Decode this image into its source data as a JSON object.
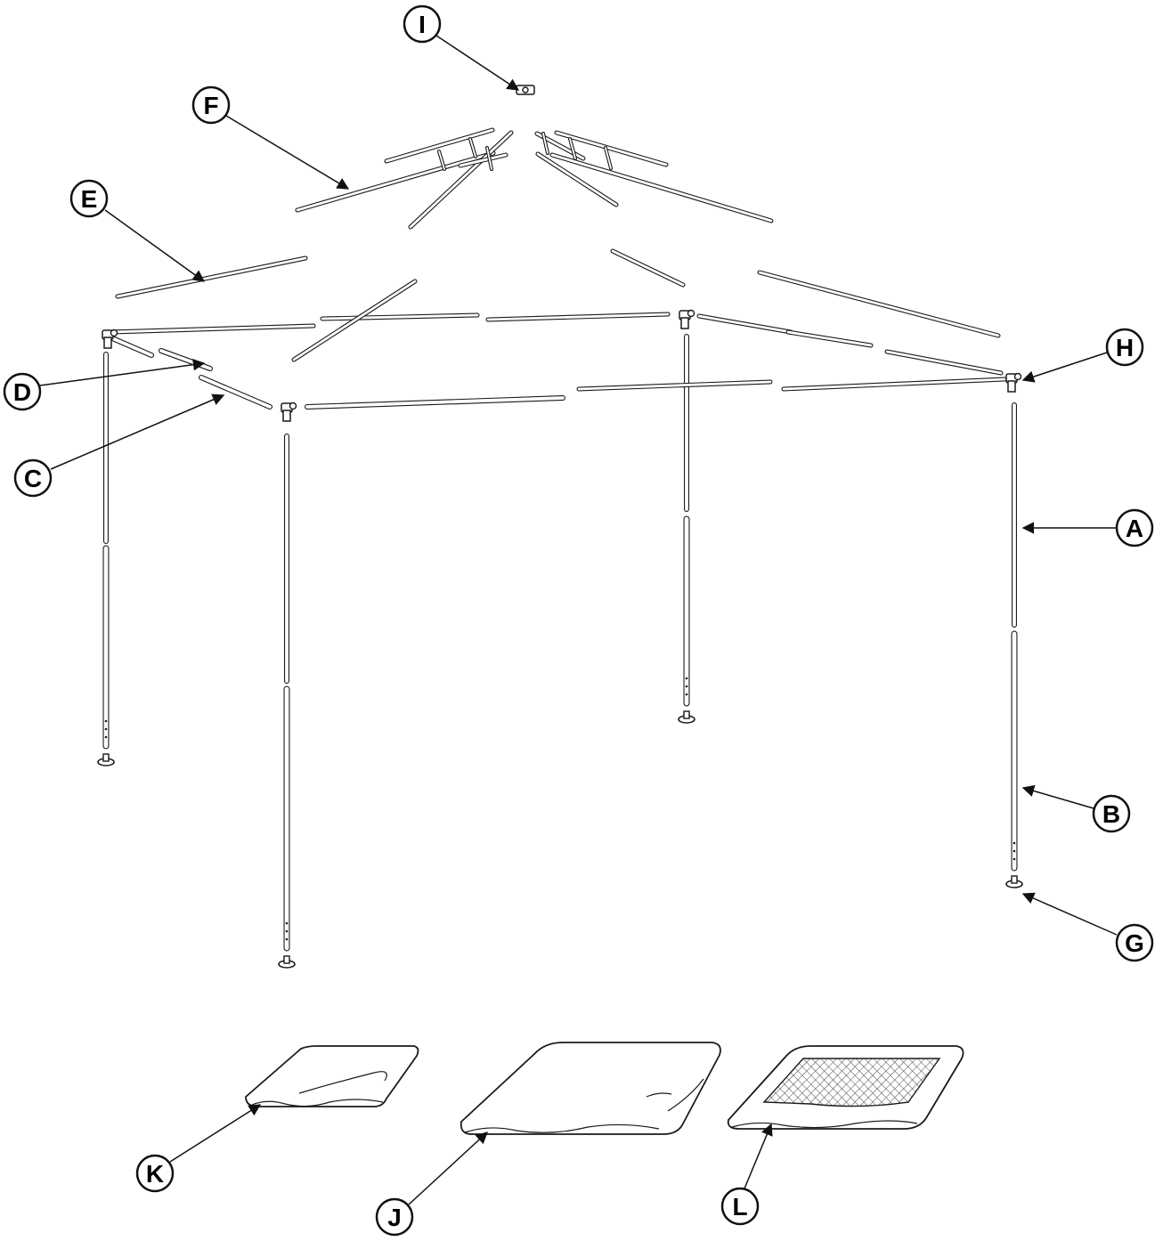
{
  "diagram": {
    "labels": {
      "I": "I",
      "F": "F",
      "E": "E",
      "D": "D",
      "C": "C",
      "H": "H",
      "A": "A",
      "B": "B",
      "G": "G",
      "K": "K",
      "J": "J",
      "L": "L"
    },
    "colors": {
      "line": "#1a1a1a",
      "pipe_fill": "#ffffff",
      "mesh": "#333333",
      "background": "#ffffff"
    }
  }
}
